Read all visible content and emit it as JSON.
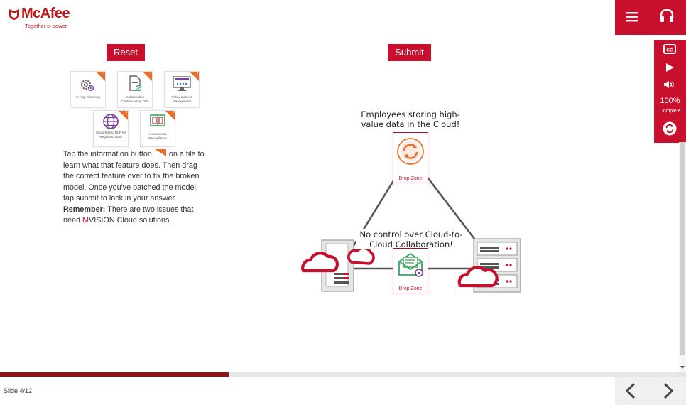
{
  "logo": {
    "brand": "McAfee",
    "tagline": "Together is power."
  },
  "header": {
    "menu_icon": "hamburger-icon",
    "support_icon": "headphones-icon"
  },
  "side_controls": {
    "cc_icon": "closed-caption-icon",
    "play_icon": "play-icon",
    "volume_icon": "volume-icon",
    "progress_value": "100%",
    "progress_label": "Complete",
    "replay_icon": "replay-icon"
  },
  "buttons": {
    "reset": "Reset",
    "submit": "Submit"
  },
  "tiles": [
    {
      "label": "In-App Coaching",
      "icon": "gear-target-icon"
    },
    {
      "label": "Collaboration Controls using DLP",
      "icon": "document-check-icon"
    },
    {
      "label": "Policy Incident Management",
      "icon": "monitor-icon"
    },
    {
      "label": "Cloud-Based DLP for Regulated Data",
      "icon": "globe-icon"
    },
    {
      "label": "Autonomous Remediation",
      "icon": "book-icon"
    }
  ],
  "instructions": {
    "part1": "Tap the information button",
    "part2": "on a tile to learn what that feature does. Then drag the correct feature over to fix the broken model. Once you've patched the model, tap submit to lock in your answer.",
    "remember_label": "Remember:",
    "part3": "There are two issues that need",
    "brand_letter": "M",
    "brand_rest": "VISION Cloud",
    "part4": "solutions."
  },
  "diagram": {
    "top_caption": "Employees storing high-value data in the Cloud!",
    "middle_caption": "No control over Cloud-to-Cloud Collaboration!",
    "dropzone_label": "Drop Zone",
    "colors": {
      "accent": "#c8102e",
      "line": "#555555"
    }
  },
  "footer": {
    "slide": "Slide 4/12",
    "prev_icon": "chevron-left-icon",
    "next_icon": "chevron-right-icon"
  }
}
